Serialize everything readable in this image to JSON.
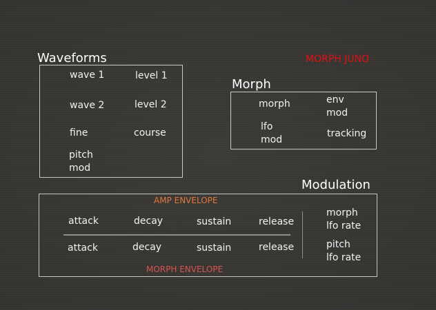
{
  "brand": {
    "label": "MORPH JUNO",
    "color": "#e01010"
  },
  "waveforms": {
    "title": "Waveforms",
    "wave1": "wave 1",
    "level1": "level 1",
    "wave2": "wave 2",
    "level2": "level 2",
    "fine": "fine",
    "course": "course",
    "pitch_mod": "pitch\nmod"
  },
  "morph": {
    "title": "Morph",
    "morph": "morph",
    "env_mod": "env\nmod",
    "lfo_mod": "lfo\nmod",
    "tracking": "tracking"
  },
  "modulation": {
    "title": "Modulation",
    "amp_envelope": {
      "caption": "AMP ENVELOPE",
      "caption_color": "#e0793a",
      "attack": "attack",
      "decay": "decay",
      "sustain": "sustain",
      "release": "release"
    },
    "morph_envelope": {
      "caption": "MORPH ENVELOPE",
      "caption_color": "#d9534f",
      "attack": "attack",
      "decay": "decay",
      "sustain": "sustain",
      "release": "release"
    },
    "morph_lfo_rate": "morph\nlfo rate",
    "pitch_lfo_rate": "pitch\nlfo rate"
  }
}
